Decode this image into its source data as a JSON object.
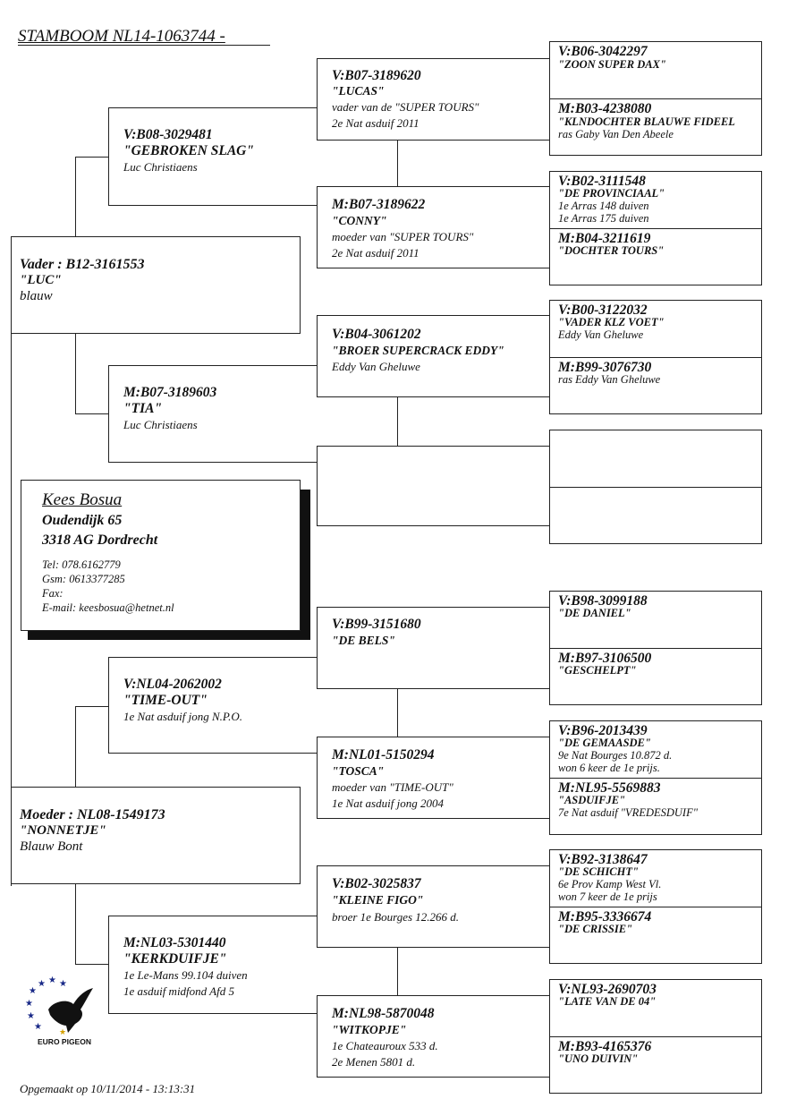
{
  "title": "STAMBOOM  NL14-1063744 -",
  "footer": "Opgemaakt op 10/11/2014 - 13:13:31",
  "logo_text": "EURO PIGEON",
  "owner": {
    "name": "Kees Bosua",
    "street": "Oudendijk 65",
    "city": "3318 AG Dordrecht",
    "tel": "Tel: 078.6162779",
    "gsm": "Gsm: 0613377285",
    "fax": "Fax:",
    "email": "E-mail: keesbosua@hetnet.nl"
  },
  "sire": {
    "id": "Vader : B12-3161553",
    "name": "\"LUC\"",
    "info": "blauw"
  },
  "dam": {
    "id": "Moeder : NL08-1549173",
    "name": "\"NONNETJE\"",
    "info": "Blauw Bont"
  },
  "gen2": [
    {
      "id": "V:B08-3029481",
      "name": "\"GEBROKEN SLAG\"",
      "lines": [
        "Luc Christiaens"
      ]
    },
    {
      "id": "M:B07-3189603",
      "name": "\"TIA\"",
      "lines": [
        "Luc Christiaens"
      ]
    },
    {
      "id": "V:NL04-2062002",
      "name": "\"TIME-OUT\"",
      "lines": [
        "1e Nat asduif jong N.P.O."
      ]
    },
    {
      "id": "M:NL03-5301440",
      "name": "\"KERKDUIFJE\"",
      "lines": [
        "1e Le-Mans 99.104 duiven",
        "1e asduif midfond Afd 5"
      ]
    }
  ],
  "gen3": [
    {
      "id": "V:B07-3189620",
      "name": "\"LUCAS\"",
      "lines": [
        "vader van de \"SUPER TOURS\"",
        "2e Nat asduif 2011"
      ]
    },
    {
      "id": "M:B07-3189622",
      "name": "\"CONNY\"",
      "lines": [
        "moeder van \"SUPER TOURS\"",
        "2e Nat asduif 2011"
      ]
    },
    {
      "id": "V:B04-3061202",
      "name": "\"BROER SUPERCRACK EDDY\"",
      "lines": [
        "Eddy Van Gheluwe"
      ]
    },
    {
      "id": "",
      "name": "",
      "lines": []
    },
    {
      "id": "V:B99-3151680",
      "name": "\"DE BELS\"",
      "lines": []
    },
    {
      "id": "M:NL01-5150294",
      "name": "\"TOSCA\"",
      "lines": [
        "moeder van \"TIME-OUT\"",
        "1e Nat asduif jong 2004"
      ]
    },
    {
      "id": "V:B02-3025837",
      "name": "\"KLEINE FIGO\"",
      "lines": [
        "broer 1e Bourges 12.266 d."
      ]
    },
    {
      "id": "M:NL98-5870048",
      "name": "\"WITKOPJE\"",
      "lines": [
        "1e Chateauroux 533 d.",
        "2e Menen  5801 d."
      ]
    }
  ],
  "gen4": [
    {
      "id": "V:B06-3042297",
      "name": "\"ZOON SUPER DAX\"",
      "lines": []
    },
    {
      "id": "M:B03-4238080",
      "name": "\"KLNDOCHTER BLAUWE FIDEEL",
      "lines": [
        "ras Gaby Van Den Abeele"
      ]
    },
    {
      "id": "V:B02-3111548",
      "name": "\"DE PROVINCIAAL\"",
      "lines": [
        "1e Arras  148 duiven",
        "1e Arras  175 duiven"
      ]
    },
    {
      "id": "M:B04-3211619",
      "name": "\"DOCHTER TOURS\"",
      "lines": []
    },
    {
      "id": "V:B00-3122032",
      "name": "\"VADER KLZ VOET\"",
      "lines": [
        "Eddy Van Gheluwe"
      ]
    },
    {
      "id": "M:B99-3076730",
      "name": "",
      "lines": [
        "ras Eddy Van Gheluwe"
      ]
    },
    {
      "id": "",
      "name": "",
      "lines": []
    },
    {
      "id": "",
      "name": "",
      "lines": []
    },
    {
      "id": "V:B98-3099188",
      "name": "\"DE DANIEL\"",
      "lines": []
    },
    {
      "id": "M:B97-3106500",
      "name": "\"GESCHELPT\"",
      "lines": []
    },
    {
      "id": "V:B96-2013439",
      "name": "\"DE GEMAASDE\"",
      "lines": [
        "9e Nat Bourges 10.872 d.",
        "won 6 keer de 1e prijs."
      ]
    },
    {
      "id": "M:NL95-5569883",
      "name": "\"ASDUIFJE\"",
      "lines": [
        "7e Nat asduif \"VREDESDUIF\""
      ]
    },
    {
      "id": "V:B92-3138647",
      "name": "\"DE SCHICHT\"",
      "lines": [
        "6e Prov Kamp West Vl.",
        "won 7 keer de 1e prijs"
      ]
    },
    {
      "id": "M:B95-3336674",
      "name": "\"DE CRISSIE\"",
      "lines": []
    },
    {
      "id": "V:NL93-2690703",
      "name": "\"LATE VAN DE 04\"",
      "lines": []
    },
    {
      "id": "M:B93-4165376",
      "name": "\"UNO DUIVIN\"",
      "lines": []
    }
  ]
}
